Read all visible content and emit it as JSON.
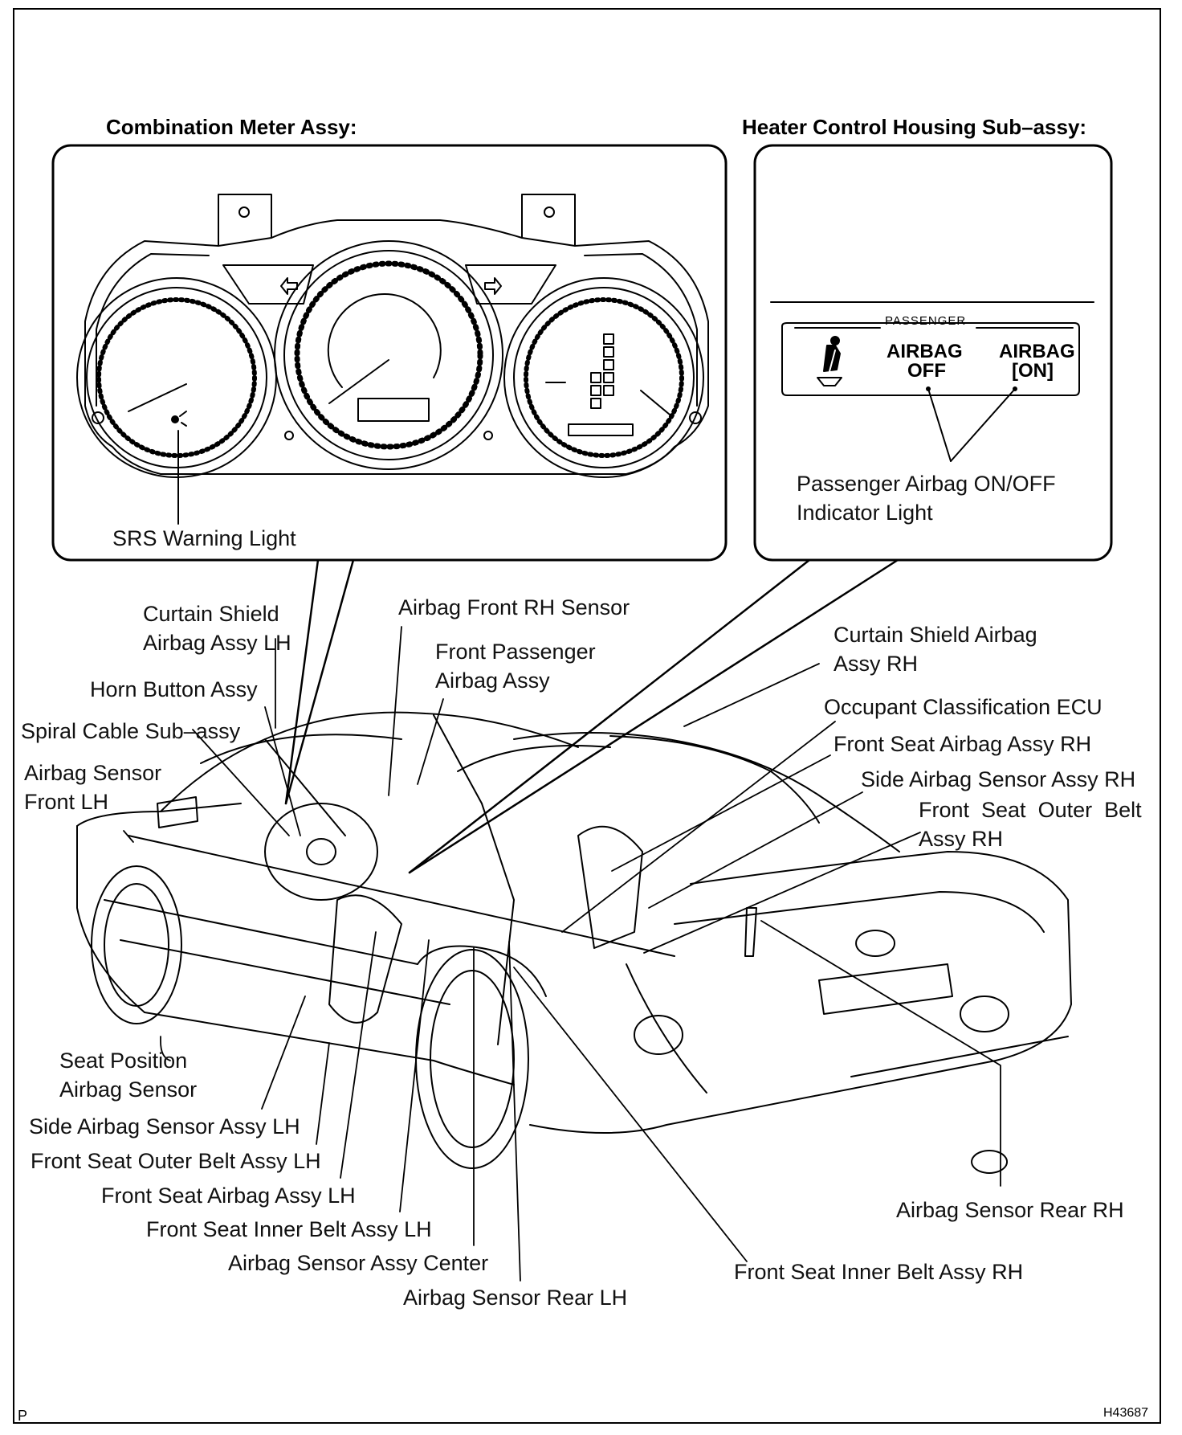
{
  "headers": {
    "combination_meter": "Combination Meter Assy:",
    "heater_control": "Heater Control Housing Sub–assy:"
  },
  "panel_text": {
    "passenger": "PASSENGER",
    "airbag_off_1": "AIRBAG",
    "airbag_off_2": "OFF",
    "airbag_on_1": "AIRBAG",
    "airbag_on_2": "[ON]"
  },
  "labels": {
    "srs_warning_light": "SRS Warning Light",
    "passenger_airbag_indicator_1": "Passenger Airbag ON/OFF",
    "passenger_airbag_indicator_2": "Indicator Light",
    "curtain_shield_lh_1": "Curtain Shield",
    "curtain_shield_lh_2": "Airbag Assy LH",
    "airbag_front_rh_sensor": "Airbag Front RH Sensor",
    "front_passenger_airbag_1": "Front Passenger",
    "front_passenger_airbag_2": "Airbag Assy",
    "curtain_shield_rh_1": "Curtain Shield Airbag",
    "curtain_shield_rh_2": "Assy RH",
    "horn_button": "Horn Button Assy",
    "occupant_classification_ecu": "Occupant Classification ECU",
    "spiral_cable": "Spiral Cable Sub–assy",
    "front_seat_airbag_rh": "Front Seat Airbag Assy RH",
    "airbag_sensor_front_lh_1": "Airbag Sensor",
    "airbag_sensor_front_lh_2": "Front LH",
    "side_airbag_sensor_rh": "Side Airbag Sensor Assy RH",
    "front_seat_outer_belt_rh_1": "Front  Seat  Outer  Belt",
    "front_seat_outer_belt_rh_2": "Assy RH",
    "seat_position_sensor_1": "Seat Position",
    "seat_position_sensor_2": "Airbag Sensor",
    "side_airbag_sensor_lh": "Side Airbag Sensor Assy LH",
    "front_seat_outer_belt_lh": "Front Seat Outer Belt Assy LH",
    "front_seat_airbag_lh": "Front Seat Airbag Assy LH",
    "front_seat_inner_belt_lh": "Front Seat Inner Belt Assy LH",
    "airbag_sensor_center": "Airbag Sensor Assy Center",
    "airbag_sensor_rear_lh": "Airbag Sensor Rear LH",
    "airbag_sensor_rear_rh": "Airbag Sensor Rear RH",
    "front_seat_inner_belt_rh": "Front Seat Inner Belt Assy RH"
  },
  "footer": {
    "page_mark": "P",
    "figure_code": "H43687"
  }
}
